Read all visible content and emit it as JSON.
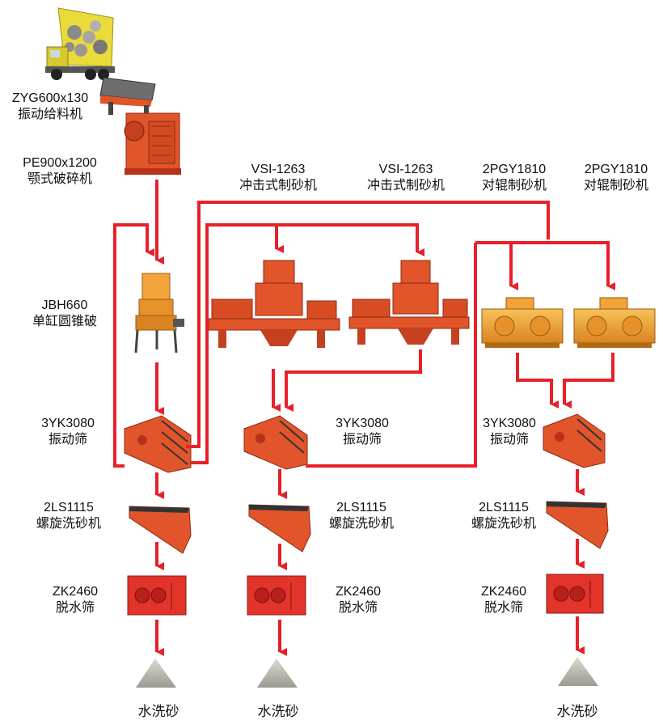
{
  "colors": {
    "flow": "#e8202a",
    "machine": "#e2542a",
    "machine_dark": "#b8321a",
    "roll": "#f2a43a",
    "sand": "#c9c6bf",
    "truck": "#e9dc3a"
  },
  "labels": {
    "feeder": {
      "model": "ZYG600x130",
      "name": "振动给料机"
    },
    "jaw": {
      "model": "PE900x1200",
      "name": "颚式破碎机"
    },
    "vsi1": {
      "model": "VSI-1263",
      "name": "冲击式制砂机"
    },
    "vsi2": {
      "model": "VSI-1263",
      "name": "冲击式制砂机"
    },
    "roll1": {
      "model": "2PGY1810",
      "name": "对辊制砂机"
    },
    "roll2": {
      "model": "2PGY1810",
      "name": "对辊制砂机"
    },
    "cone": {
      "model": "JBH660",
      "name": "单缸圆锥破"
    },
    "screen1": {
      "model": "3YK3080",
      "name": "振动筛"
    },
    "screen2": {
      "model": "3YK3080",
      "name": "振动筛"
    },
    "screen3": {
      "model": "3YK3080",
      "name": "振动筛"
    },
    "washer1": {
      "model": "2LS1115",
      "name": "螺旋洗砂机"
    },
    "washer2": {
      "model": "2LS1115",
      "name": "螺旋洗砂机"
    },
    "washer3": {
      "model": "2LS1115",
      "name": "螺旋洗砂机"
    },
    "dewater1": {
      "model": "ZK2460",
      "name": "脱水筛"
    },
    "dewater2": {
      "model": "ZK2460",
      "name": "脱水筛"
    },
    "dewater3": {
      "model": "ZK2460",
      "name": "脱水筛"
    },
    "product1": "水洗砂",
    "product2": "水洗砂",
    "product3": "水洗砂"
  },
  "icons": [
    "dump-truck-icon",
    "vibrating-feeder-icon",
    "jaw-crusher-icon",
    "cone-crusher-icon",
    "vsi-sand-maker-icon",
    "roll-crusher-icon",
    "vibrating-screen-icon",
    "spiral-washer-icon",
    "dewatering-screen-icon",
    "sand-pile-icon"
  ]
}
